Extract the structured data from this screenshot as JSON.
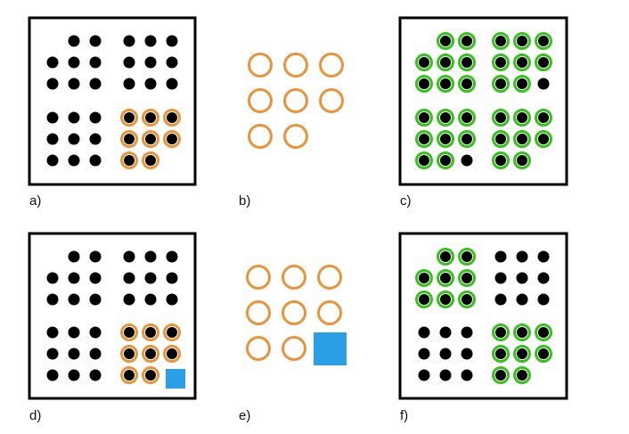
{
  "colors": {
    "dot": "#000000",
    "orange": "#e8943a",
    "green": "#35c21d",
    "blue": "#2b9fe5",
    "frame": "#000000"
  },
  "panels": [
    {
      "id": "a",
      "label": "a)",
      "frame": true,
      "groups": [
        {
          "rows": [
            [
              "empty",
              "dot",
              "dot"
            ],
            [
              "dot",
              "dot",
              "dot"
            ],
            [
              "dot",
              "dot",
              "dot"
            ]
          ]
        },
        {
          "rows": [
            [
              "dot",
              "dot",
              "dot"
            ],
            [
              "dot",
              "dot",
              "dot"
            ],
            [
              "dot",
              "dot",
              "dot"
            ]
          ]
        },
        {
          "rows": [
            [
              "dot",
              "dot",
              "dot"
            ],
            [
              "dot",
              "dot",
              "dot"
            ],
            [
              "dot",
              "dot",
              "dot"
            ]
          ]
        },
        {
          "rows": [
            [
              "dot-orange",
              "dot-orange",
              "dot-orange"
            ],
            [
              "dot-orange",
              "dot-orange",
              "dot-orange"
            ],
            [
              "dot-orange",
              "dot-orange",
              "empty"
            ]
          ]
        }
      ]
    },
    {
      "id": "b",
      "label": "b)",
      "frame": false,
      "groups": [
        {
          "rows": [
            [
              "ring-orange",
              "ring-orange",
              "ring-orange"
            ],
            [
              "ring-orange",
              "ring-orange",
              "ring-orange"
            ],
            [
              "ring-orange",
              "ring-orange",
              "empty"
            ]
          ]
        }
      ]
    },
    {
      "id": "c",
      "label": "c)",
      "frame": true,
      "groups": [
        {
          "rows": [
            [
              "empty",
              "dot-green",
              "dot-green"
            ],
            [
              "dot-green",
              "dot-green",
              "dot-green"
            ],
            [
              "dot-green",
              "dot-green",
              "dot-green"
            ]
          ]
        },
        {
          "rows": [
            [
              "dot-green",
              "dot-green",
              "dot-green"
            ],
            [
              "dot-green",
              "dot-green",
              "dot-green"
            ],
            [
              "dot-green",
              "dot-green",
              "dot"
            ]
          ]
        },
        {
          "rows": [
            [
              "dot-green",
              "dot-green",
              "dot-green"
            ],
            [
              "dot-green",
              "dot-green",
              "dot-green"
            ],
            [
              "dot-green",
              "dot-green",
              "dot"
            ]
          ]
        },
        {
          "rows": [
            [
              "dot-green",
              "dot-green",
              "dot-green"
            ],
            [
              "dot-green",
              "dot-green",
              "dot-green"
            ],
            [
              "dot-green",
              "dot-green",
              "empty"
            ]
          ]
        }
      ]
    },
    {
      "id": "d",
      "label": "d)",
      "frame": true,
      "groups": [
        {
          "rows": [
            [
              "empty",
              "dot",
              "dot"
            ],
            [
              "dot",
              "dot",
              "dot"
            ],
            [
              "dot",
              "dot",
              "dot"
            ]
          ]
        },
        {
          "rows": [
            [
              "dot",
              "dot",
              "dot"
            ],
            [
              "dot",
              "dot",
              "dot"
            ],
            [
              "dot",
              "dot",
              "dot"
            ]
          ]
        },
        {
          "rows": [
            [
              "dot",
              "dot",
              "dot"
            ],
            [
              "dot",
              "dot",
              "dot"
            ],
            [
              "dot",
              "dot",
              "dot"
            ]
          ]
        },
        {
          "rows": [
            [
              "dot-orange",
              "dot-orange",
              "dot-orange"
            ],
            [
              "dot-orange",
              "dot-orange",
              "dot-orange"
            ],
            [
              "dot-orange",
              "dot-orange",
              "square-blue"
            ]
          ]
        }
      ]
    },
    {
      "id": "e",
      "label": "e)",
      "frame": false,
      "groups": [
        {
          "rows": [
            [
              "ring-orange",
              "ring-orange",
              "ring-orange"
            ],
            [
              "ring-orange",
              "ring-orange",
              "ring-orange"
            ],
            [
              "ring-orange",
              "ring-orange",
              "square-blue"
            ]
          ]
        }
      ]
    },
    {
      "id": "f",
      "label": "f)",
      "frame": true,
      "groups": [
        {
          "rows": [
            [
              "empty",
              "dot-green",
              "dot-green"
            ],
            [
              "dot-green",
              "dot-green",
              "dot-green"
            ],
            [
              "dot-green",
              "dot-green",
              "dot-green"
            ]
          ]
        },
        {
          "rows": [
            [
              "dot",
              "dot",
              "dot"
            ],
            [
              "dot",
              "dot",
              "dot"
            ],
            [
              "dot",
              "dot",
              "dot"
            ]
          ]
        },
        {
          "rows": [
            [
              "dot",
              "dot",
              "dot"
            ],
            [
              "dot",
              "dot",
              "dot"
            ],
            [
              "dot",
              "dot",
              "dot"
            ]
          ]
        },
        {
          "rows": [
            [
              "dot-green",
              "dot-green",
              "dot-green"
            ],
            [
              "dot-green",
              "dot-green",
              "dot-green"
            ],
            [
              "dot-green",
              "dot-green",
              "empty"
            ]
          ]
        }
      ]
    }
  ]
}
